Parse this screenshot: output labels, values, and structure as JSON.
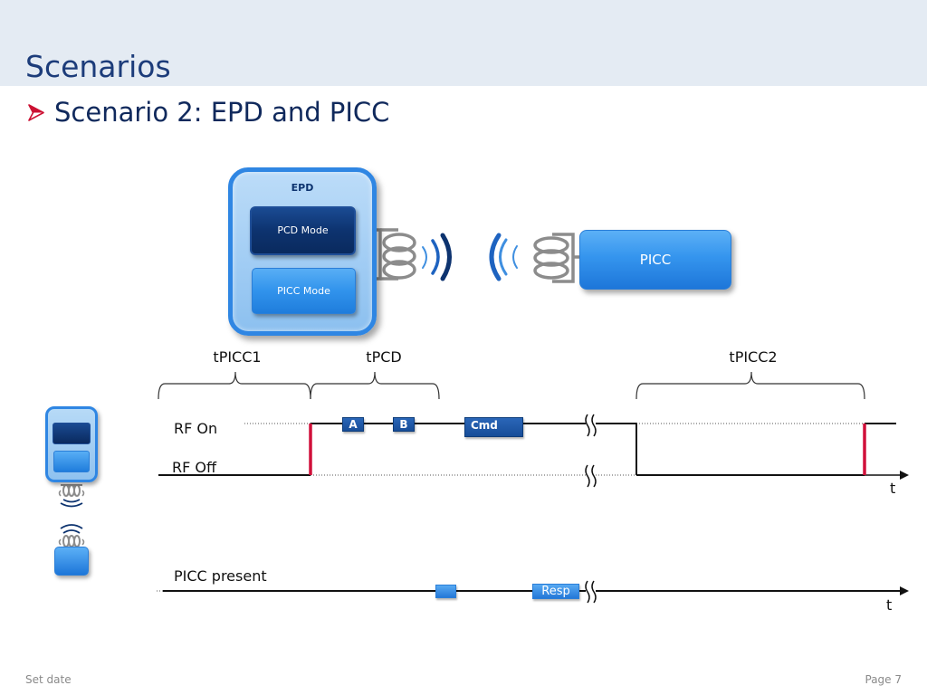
{
  "slide": {
    "title": "Scenarios",
    "bullet": "Scenario 2: EPD and PICC",
    "footer_left": "Set date",
    "footer_right": "Page 7"
  },
  "setup": {
    "epd_label": "EPD",
    "pcd_mode_label": "PCD Mode",
    "picc_mode_label": "PICC Mode",
    "picc_label": "PICC"
  },
  "timing": {
    "intervals": [
      "tPICC1",
      "tPCD",
      "tPICC2"
    ],
    "rf_on_label": "RF On",
    "rf_off_label": "RF Off",
    "rf_time_label": "t",
    "frames": [
      "A",
      "B",
      "Cmd"
    ],
    "picc_present_label": "PICC present",
    "picc_response_label": "Resp",
    "picc_time_label": "t"
  },
  "icons": [
    "arrow-bullet-icon",
    "coil-icon",
    "radio-wave-icon",
    "axis-break-icon",
    "epd-device-icon",
    "picc-card-icon"
  ],
  "colors": {
    "header_bg": "#e4ebf3",
    "title": "#1c3c7a",
    "bullet_text": "#10295c",
    "bullet_arrow": "#cc1133",
    "rf_edge": "#d0103a",
    "device_blue": "#2f86e3",
    "device_navy": "#0d336f",
    "coil_gray": "#8c8c8c",
    "signal_line": "#111111",
    "footer_text": "#8a8a8a"
  }
}
